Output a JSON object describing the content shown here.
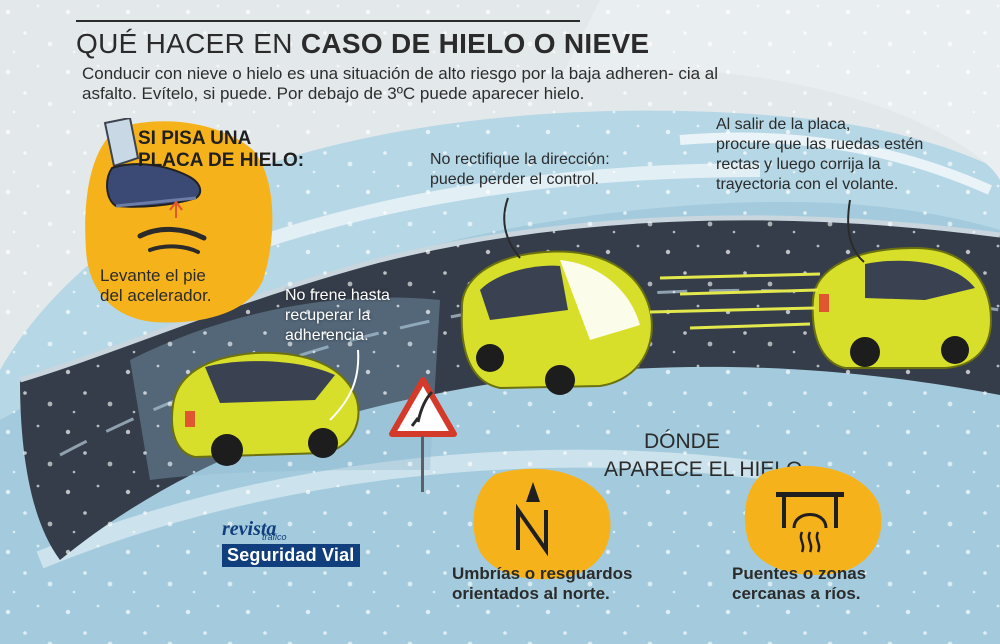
{
  "title": {
    "prefix": "QUÉ HACER EN ",
    "bold": "CASO DE HIELO O NIEVE"
  },
  "intro": "Conducir con nieve o hielo es una situación de alto riesgo por la baja adheren- cia al asfalto. Evítelo, si puede.  Por debajo de 3ºC puede aparecer hielo.",
  "placa": {
    "heading_line1": "SI PISA UNA",
    "heading_line2": "PLACA DE HIELO:",
    "tip_line1": "Levante el pie",
    "tip_line2": "del acelerador."
  },
  "callouts": {
    "frene_l1": "No frene hasta",
    "frene_l2": "recuperar la",
    "frene_l3": "adherencia.",
    "rectifique_l1": "No rectifique la dirección:",
    "rectifique_l2": "puede perder el control.",
    "salir_l1": "Al salir de la placa,",
    "salir_l2": "procure que las ruedas estén",
    "salir_l3": "rectas y luego corrija la",
    "salir_l4": "trayectoria con el volante."
  },
  "donde": {
    "heading_line1": "DÓNDE",
    "heading_line2": "APARECE EL HIELO",
    "north_l1": "Umbrías o resguardos",
    "north_l2": "orientados al norte.",
    "bridge_l1": "Puentes o zonas",
    "bridge_l2": "cercanas a ríos."
  },
  "logo": {
    "line1": "revista",
    "line2": "tráfico",
    "line3": "Seguridad Vial"
  },
  "icons": [
    "foot-pedal-icon",
    "north-icon",
    "bridge-icon",
    "ice-warning-sign-icon",
    "car-icon"
  ],
  "colors": {
    "yellow": "#f6b21a",
    "car": "#d7df2a",
    "road": "#353d4a",
    "ice": "#a9cfe0",
    "brand": "#113e7c"
  }
}
